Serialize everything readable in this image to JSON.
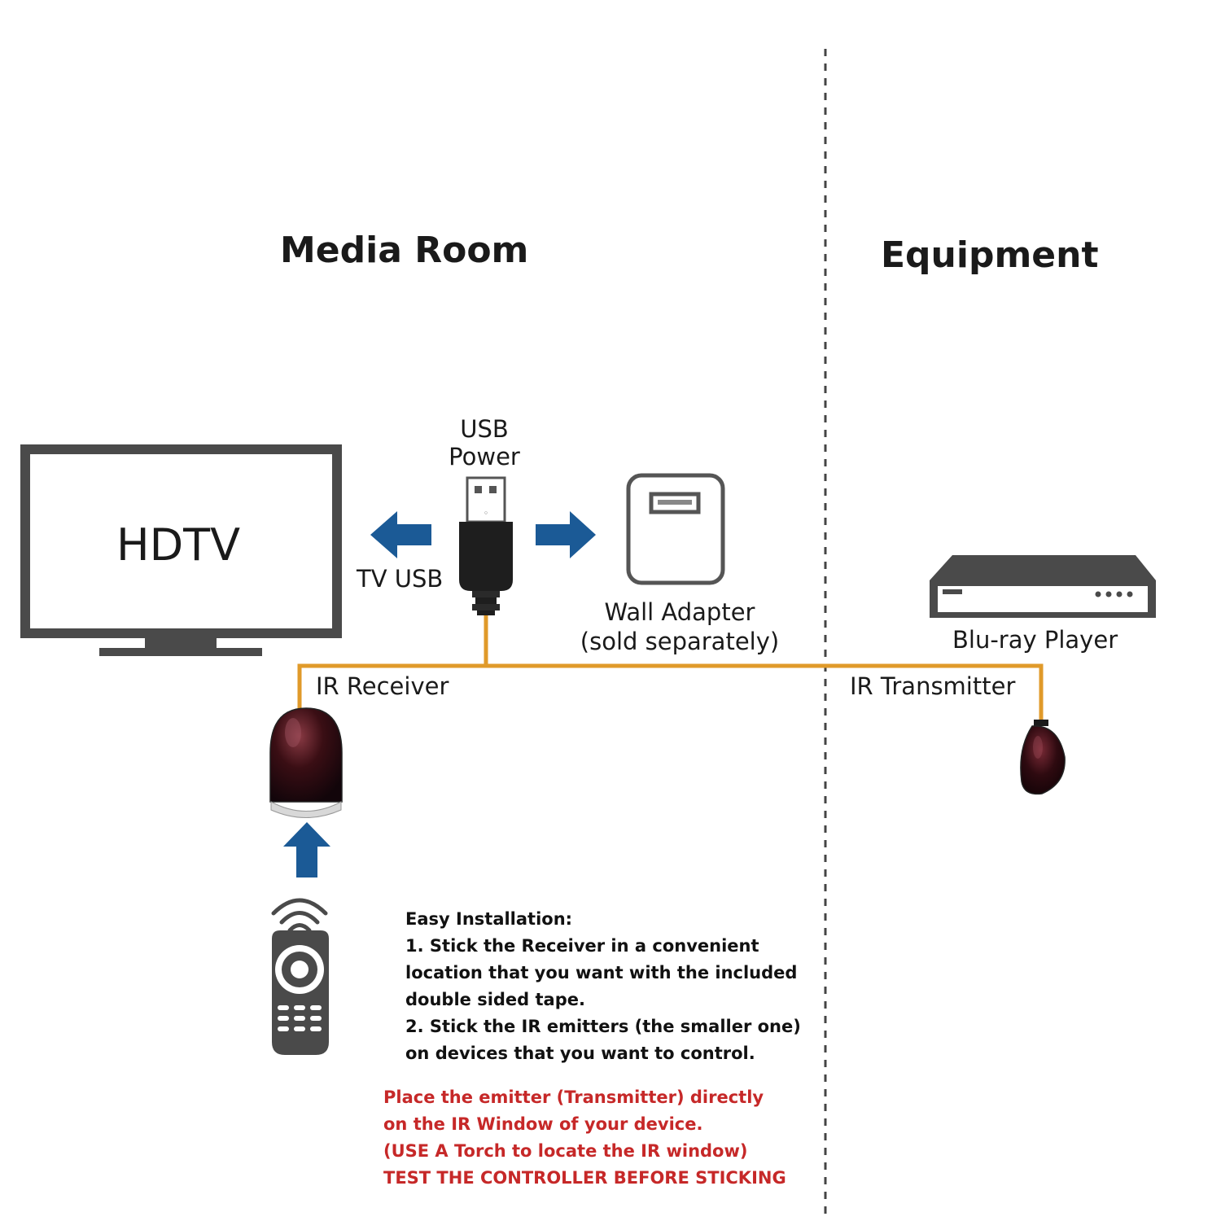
{
  "sections": {
    "media_room": "Media Room",
    "equipment": "Equipment"
  },
  "devices": {
    "hdtv": "HDTV",
    "usb_power": [
      "USB",
      "Power"
    ],
    "tv_usb": "TV USB",
    "wall_adapter": [
      "Wall Adapter",
      "(sold separately)"
    ],
    "blu_ray": "Blu-ray Player",
    "ir_receiver": "IR Receiver",
    "ir_transmitter": "IR Transmitter"
  },
  "instructions": {
    "heading": "Easy Installation:",
    "lines": [
      "1. Stick the Receiver in a convenient",
      "location that you want with the included",
      "double sided tape.",
      "2. Stick the IR emitters (the smaller one)",
      "on devices that you want to control."
    ]
  },
  "warning": {
    "lines": [
      "Place the emitter  (Transmitter) directly",
      "on the IR Window of your device.",
      "(USE  A Torch  to locate the IR window)",
      "TEST THE CONTROLLER BEFORE STICKING"
    ]
  },
  "colors": {
    "cable": "#e09a2a",
    "arrow": "#1b5a96",
    "device": "#4a4a4a",
    "warning_text": "#c62828"
  }
}
